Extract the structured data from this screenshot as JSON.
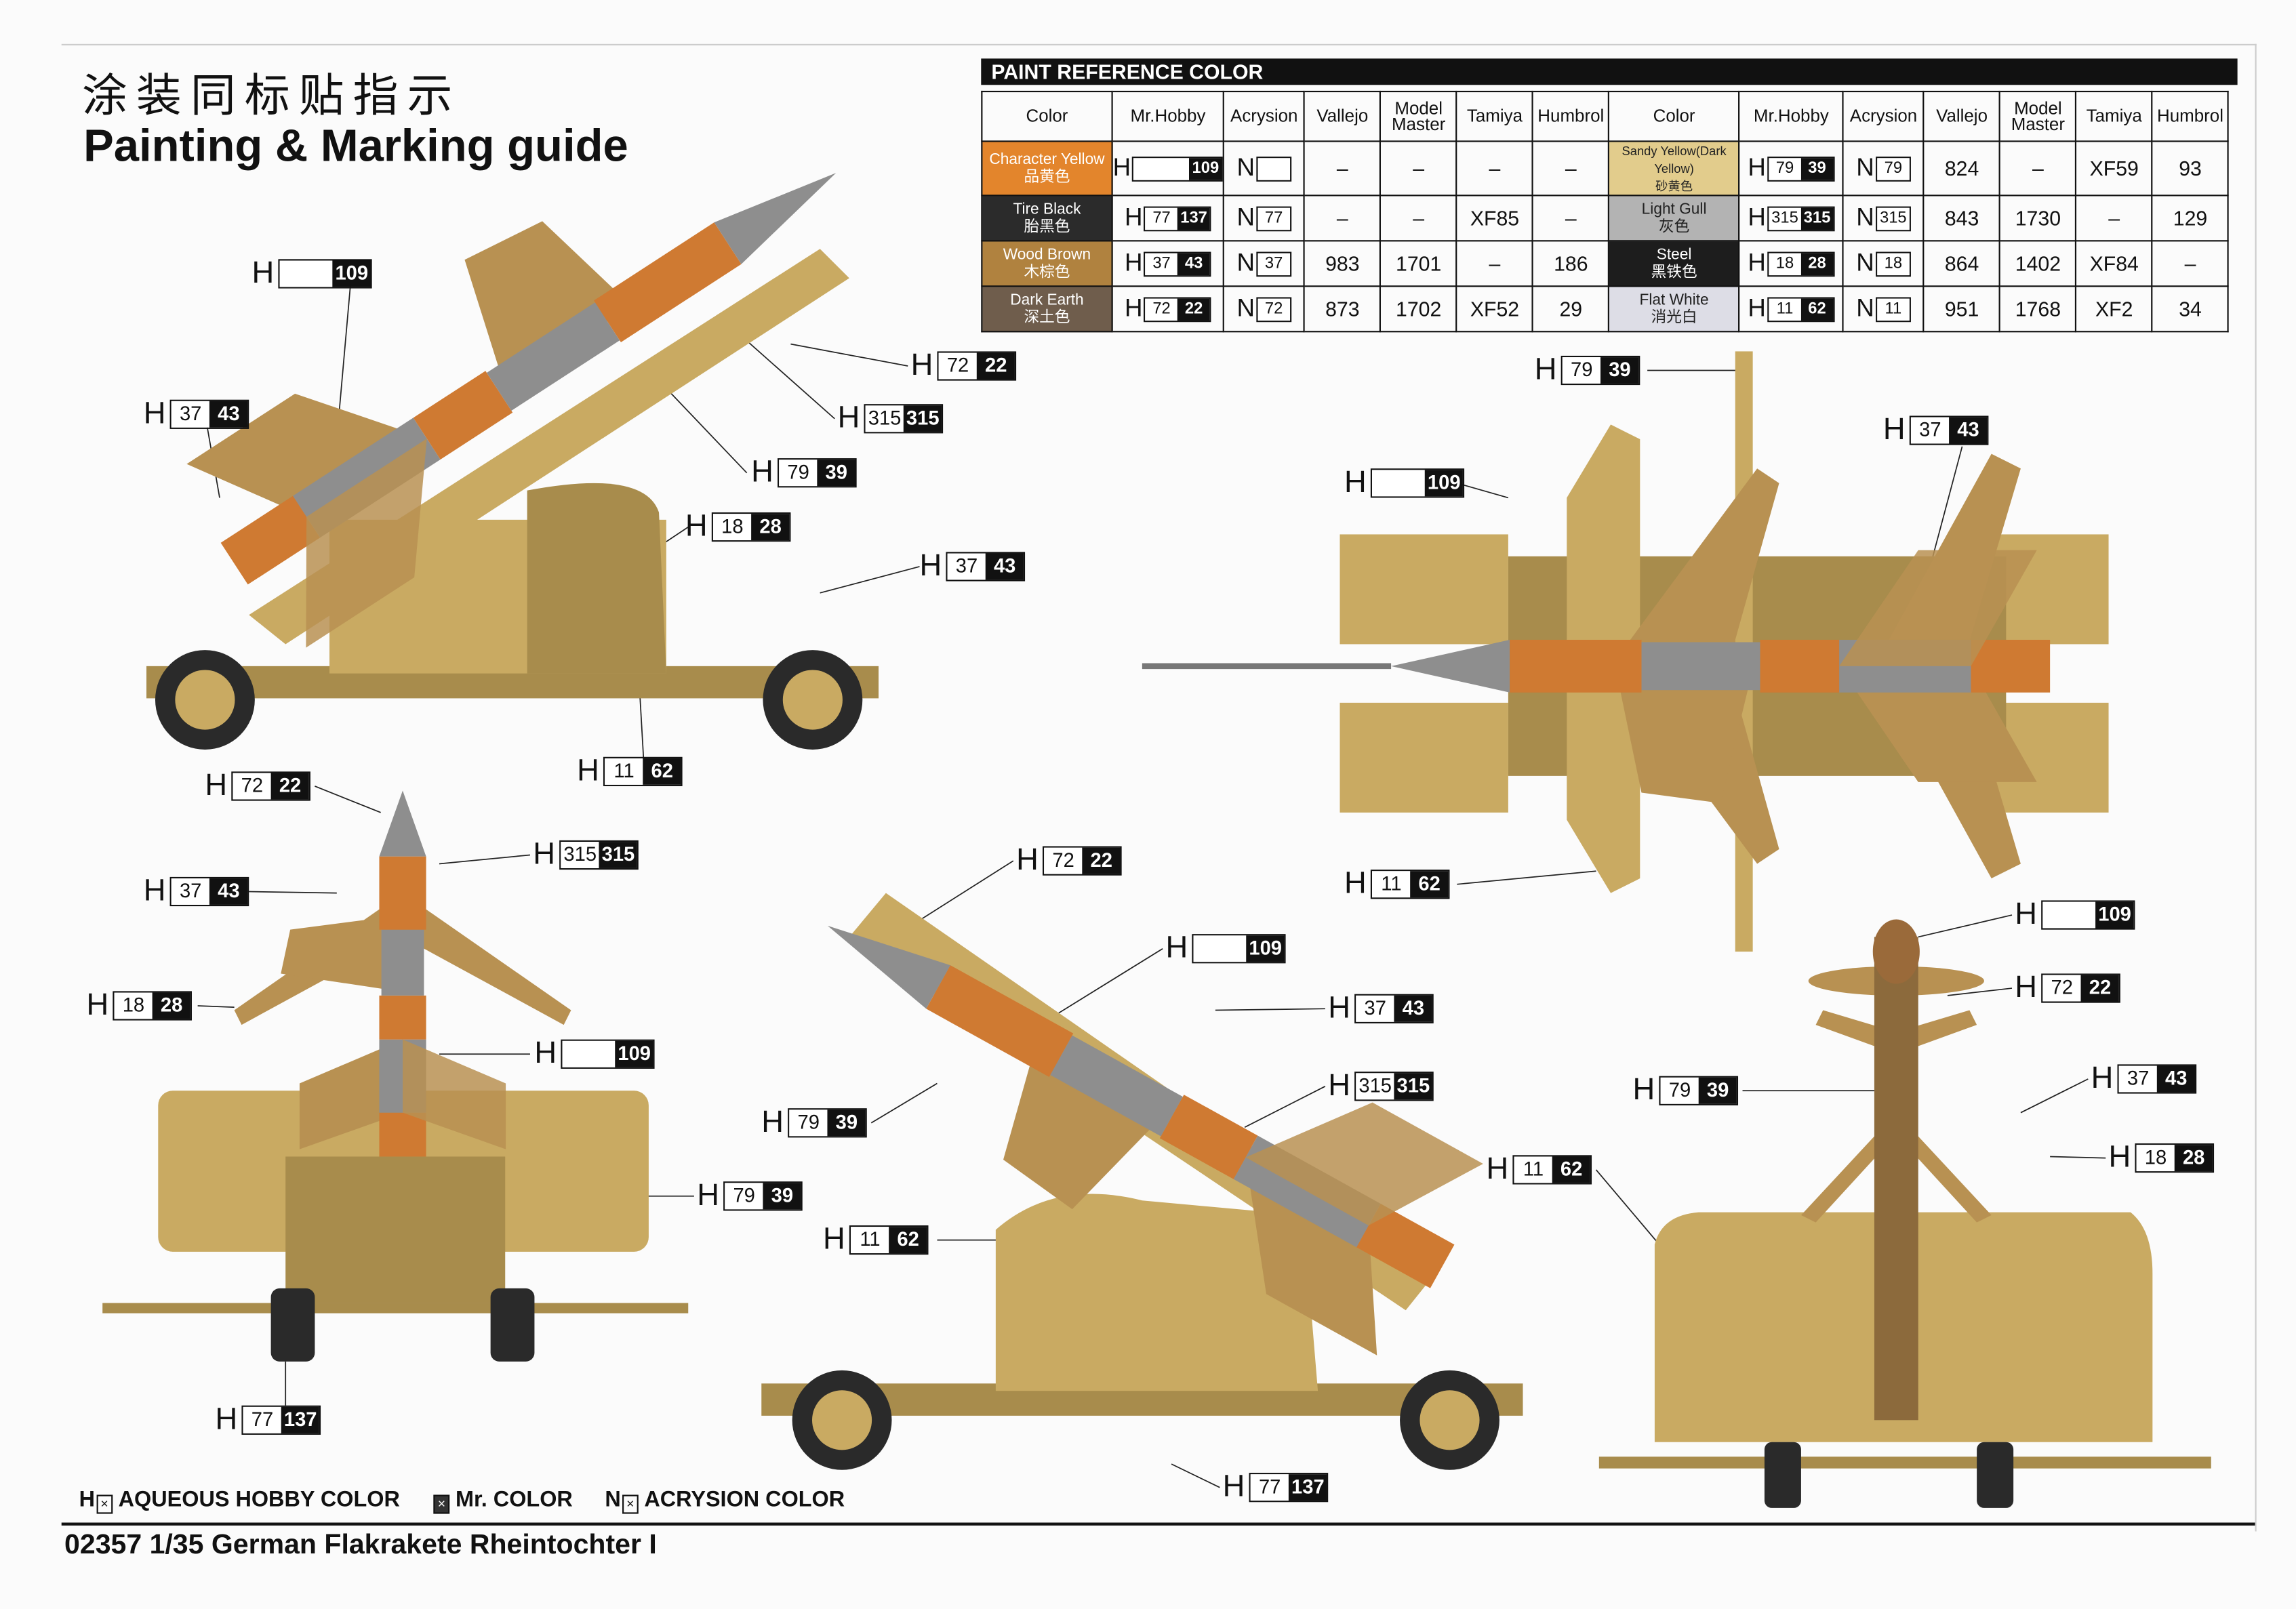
{
  "header": {
    "title_cn": "涂装同标贴指示",
    "title_en": "Painting & Marking guide"
  },
  "paint_table": {
    "title": "PAINT  REFERENCE COLOR",
    "columns": [
      "Color",
      "Mr.Hobby",
      "Acrysion",
      "Vallejo",
      "Model Master",
      "Tamiya",
      "Humbrol"
    ],
    "colors": {
      "character_yellow": "#e3852c",
      "tire_black": "#2b2b2b",
      "wood_brown": "#b0823f",
      "dark_earth": "#6f5d4c",
      "sandy_yellow": "#e2cc8c",
      "light_gull": "#b3b3b3",
      "steel": "#1d1d1d",
      "flat_white": "#dddde6"
    },
    "left": [
      {
        "name": "Character Yellow",
        "cn": "品黄色",
        "h_left": "",
        "h_right": "109",
        "n": "",
        "vallejo": "–",
        "model_master": "–",
        "tamiya": "–",
        "humbrol": "–"
      },
      {
        "name": "Tire Black",
        "cn": "胎黑色",
        "h_left": "77",
        "h_right": "137",
        "n": "77",
        "vallejo": "–",
        "model_master": "–",
        "tamiya": "XF85",
        "humbrol": "–"
      },
      {
        "name": "Wood Brown",
        "cn": "木棕色",
        "h_left": "37",
        "h_right": "43",
        "n": "37",
        "vallejo": "983",
        "model_master": "1701",
        "tamiya": "–",
        "humbrol": "186"
      },
      {
        "name": "Dark Earth",
        "cn": "深土色",
        "h_left": "72",
        "h_right": "22",
        "n": "72",
        "vallejo": "873",
        "model_master": "1702",
        "tamiya": "XF52",
        "humbrol": "29"
      }
    ],
    "right": [
      {
        "name": "Sandy Yellow(Dark Yellow)",
        "cn": "砂黄色",
        "h_left": "79",
        "h_right": "39",
        "n": "79",
        "vallejo": "824",
        "model_master": "–",
        "tamiya": "XF59",
        "humbrol": "93"
      },
      {
        "name": "Light Gull",
        "cn": "灰色",
        "h_left": "315",
        "h_right": "315",
        "n": "315",
        "vallejo": "843",
        "model_master": "1730",
        "tamiya": "–",
        "humbrol": "129"
      },
      {
        "name": "Steel",
        "cn": "黑铁色",
        "h_left": "18",
        "h_right": "28",
        "n": "18",
        "vallejo": "864",
        "model_master": "1402",
        "tamiya": "XF84",
        "humbrol": "–"
      },
      {
        "name": "Flat White",
        "cn": "消光白",
        "h_left": "11",
        "h_right": "62",
        "n": "11",
        "vallejo": "951",
        "model_master": "1768",
        "tamiya": "XF2",
        "humbrol": "34"
      }
    ]
  },
  "callouts": [
    {
      "view": "side-left",
      "prefix": "H",
      "left": "",
      "right": "109"
    },
    {
      "view": "side-left",
      "prefix": "H",
      "left": "37",
      "right": "43"
    },
    {
      "view": "side-left",
      "prefix": "H",
      "left": "72",
      "right": "22"
    },
    {
      "view": "side-left",
      "prefix": "H",
      "left": "315",
      "right": "315"
    },
    {
      "view": "side-left",
      "prefix": "H",
      "left": "79",
      "right": "39"
    },
    {
      "view": "side-left",
      "prefix": "H",
      "left": "18",
      "right": "28"
    },
    {
      "view": "side-left",
      "prefix": "H",
      "left": "37",
      "right": "43"
    },
    {
      "view": "side-left",
      "prefix": "H",
      "left": "11",
      "right": "62"
    },
    {
      "view": "front",
      "prefix": "H",
      "left": "72",
      "right": "22"
    },
    {
      "view": "front",
      "prefix": "H",
      "left": "315",
      "right": "315"
    },
    {
      "view": "front",
      "prefix": "H",
      "left": "37",
      "right": "43"
    },
    {
      "view": "front",
      "prefix": "H",
      "left": "18",
      "right": "28"
    },
    {
      "view": "front",
      "prefix": "H",
      "left": "",
      "right": "109"
    },
    {
      "view": "front",
      "prefix": "H",
      "left": "79",
      "right": "39"
    },
    {
      "view": "front",
      "prefix": "H",
      "left": "77",
      "right": "137"
    },
    {
      "view": "side-right",
      "prefix": "H",
      "left": "72",
      "right": "22"
    },
    {
      "view": "side-right",
      "prefix": "H",
      "left": "",
      "right": "109"
    },
    {
      "view": "side-right",
      "prefix": "H",
      "left": "37",
      "right": "43"
    },
    {
      "view": "side-right",
      "prefix": "H",
      "left": "315",
      "right": "315"
    },
    {
      "view": "side-right",
      "prefix": "H",
      "left": "79",
      "right": "39"
    },
    {
      "view": "side-right",
      "prefix": "H",
      "left": "11",
      "right": "62"
    },
    {
      "view": "side-right",
      "prefix": "H",
      "left": "77",
      "right": "137"
    },
    {
      "view": "top",
      "prefix": "H",
      "left": "79",
      "right": "39"
    },
    {
      "view": "top",
      "prefix": "H",
      "left": "37",
      "right": "43"
    },
    {
      "view": "top",
      "prefix": "H",
      "left": "",
      "right": "109"
    },
    {
      "view": "top",
      "prefix": "H",
      "left": "11",
      "right": "62"
    },
    {
      "view": "rear",
      "prefix": "H",
      "left": "",
      "right": "109"
    },
    {
      "view": "rear",
      "prefix": "H",
      "left": "72",
      "right": "22"
    },
    {
      "view": "rear",
      "prefix": "H",
      "left": "79",
      "right": "39"
    },
    {
      "view": "rear",
      "prefix": "H",
      "left": "37",
      "right": "43"
    },
    {
      "view": "rear",
      "prefix": "H",
      "left": "18",
      "right": "28"
    },
    {
      "view": "rear",
      "prefix": "H",
      "left": "11",
      "right": "62"
    }
  ],
  "legend": {
    "h_prefix": "H",
    "h_label": "AQUEOUS HOBBY COLOR",
    "mr_label": "Mr. COLOR",
    "n_prefix": "N",
    "n_label": "ACRYSION COLOR"
  },
  "footer": {
    "product": "02357 1/35 German Flakrakete Rheintochter I"
  }
}
